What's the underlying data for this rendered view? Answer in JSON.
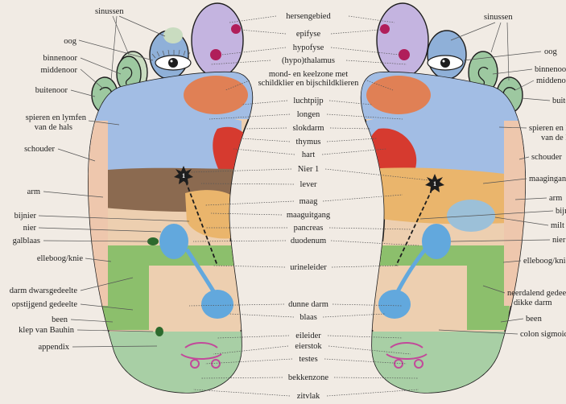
{
  "colors": {
    "background": "#f1ebe4",
    "sinus": "#c9dcc0",
    "head_brain": "#c4b4e0",
    "eye_toe": "#8fb0d8",
    "ear_toe": "#9dc8a0",
    "mouth": "#e08055",
    "lung": "#a2bde4",
    "heart": "#d63a2f",
    "liver": "#8b6a50",
    "stomach": "#eab56c",
    "kidney": "#62a8dd",
    "intestine": "#edcfb0",
    "pelvis": "#a8cfa5",
    "shoulder_edge": "#eec7ad"
  },
  "center_labels": [
    "hersengebied",
    "epifyse",
    "hypofyse",
    "(hypo)thalamus",
    "mond- en keelzone met",
    "schildklier en bijschildklieren",
    "luchtpijp",
    "longen",
    "slokdarm",
    "thymus",
    "hart",
    "Nier 1",
    "lever",
    "maag",
    "maaguitgang",
    "pancreas",
    "duodenum",
    "urineleider",
    "dunne darm",
    "blaas",
    "eileider",
    "eierstok",
    "testes",
    "bekkenzone",
    "zitvlak"
  ],
  "left_labels": [
    "sinussen",
    "oog",
    "binnenoor",
    "middenoor",
    "buitenoor",
    "spieren en lymfen",
    "van de hals",
    "schouder",
    "arm",
    "bijnier",
    "nier",
    "galblaas",
    "elleboog/knie",
    "darm dwarsgedeelte",
    "opstijgend gedeelte",
    "been",
    "klep van Bauhin",
    "appendix"
  ],
  "right_labels": [
    "sinussen",
    "oog",
    "binnenoor",
    "middenoor",
    "buitenoor",
    "spieren en lymfen",
    "van de hals",
    "schouder",
    "maagingang",
    "arm",
    "bijnier",
    "milt",
    "nier",
    "elleboog/knie",
    "neerdalend gedeelte",
    "dikke darm",
    "been",
    "colon sigmoides"
  ],
  "markers": [
    "1",
    "1"
  ]
}
